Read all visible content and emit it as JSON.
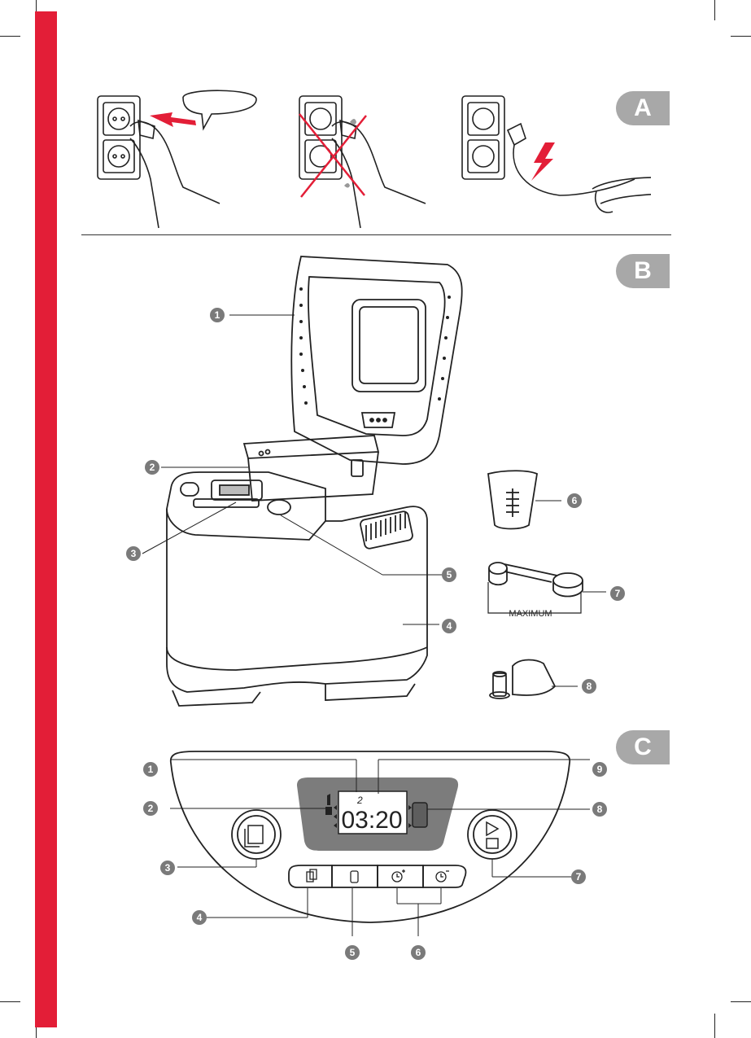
{
  "sections": {
    "a": {
      "tab": "A"
    },
    "b": {
      "tab": "B",
      "callouts": [
        "1",
        "2",
        "3",
        "4",
        "5",
        "6",
        "7",
        "8"
      ],
      "spoon_label": "MAXIMUM"
    },
    "c": {
      "tab": "C",
      "callouts": [
        "1",
        "2",
        "3",
        "4",
        "5",
        "6",
        "7",
        "8",
        "9"
      ],
      "display": {
        "time": "03:20",
        "program": "2"
      }
    }
  },
  "colors": {
    "accent": "#e31e37",
    "tab": "#a8a8a8",
    "badge": "#7a7a7a",
    "display": "#7c7c7c"
  },
  "icons": [
    "plug-icon",
    "hand-icon",
    "lightning-icon",
    "menu-book-icon",
    "start-stop-icon",
    "loaf-size-icon",
    "crust-icon",
    "timer-plus-icon",
    "timer-minus-icon"
  ]
}
